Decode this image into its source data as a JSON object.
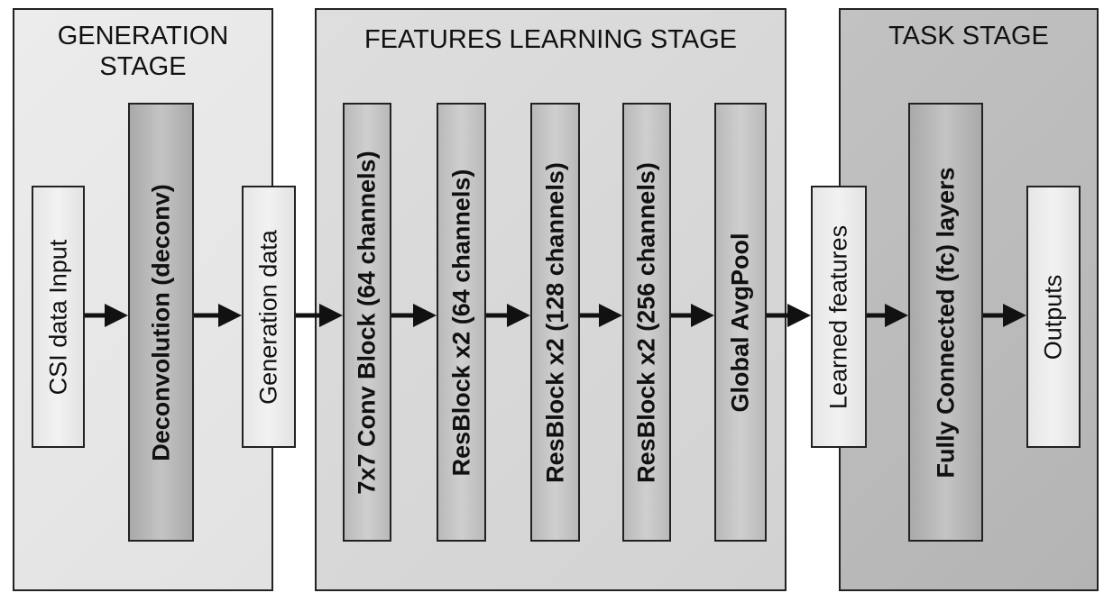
{
  "stages": {
    "generation": {
      "title_line1": "GENERATION",
      "title_line2": "STAGE"
    },
    "features": {
      "title": "FEATURES LEARNING STAGE"
    },
    "task": {
      "title": "TASK STAGE"
    }
  },
  "blocks": {
    "csi_input": "CSI data Input",
    "deconv": "Deconvolution (deconv)",
    "generation_data": "Generation data",
    "conv7x7": "7x7 Conv Block (64 channels)",
    "res64": "ResBlock x2 (64 channels)",
    "res128": "ResBlock x2 (128 channels)",
    "res256": "ResBlock x2 (256 channels)",
    "avgpool": "Global AvgPool",
    "learned_features": "Learned features",
    "fc_layers": "Fully Connected (fc) layers",
    "outputs": "Outputs"
  },
  "colors": {
    "stroke": "#111111",
    "generation_stage_bg": "#e6e6e6",
    "features_stage_bg": "#d6d6d6",
    "task_stage_bg": "#bbbbbb"
  }
}
